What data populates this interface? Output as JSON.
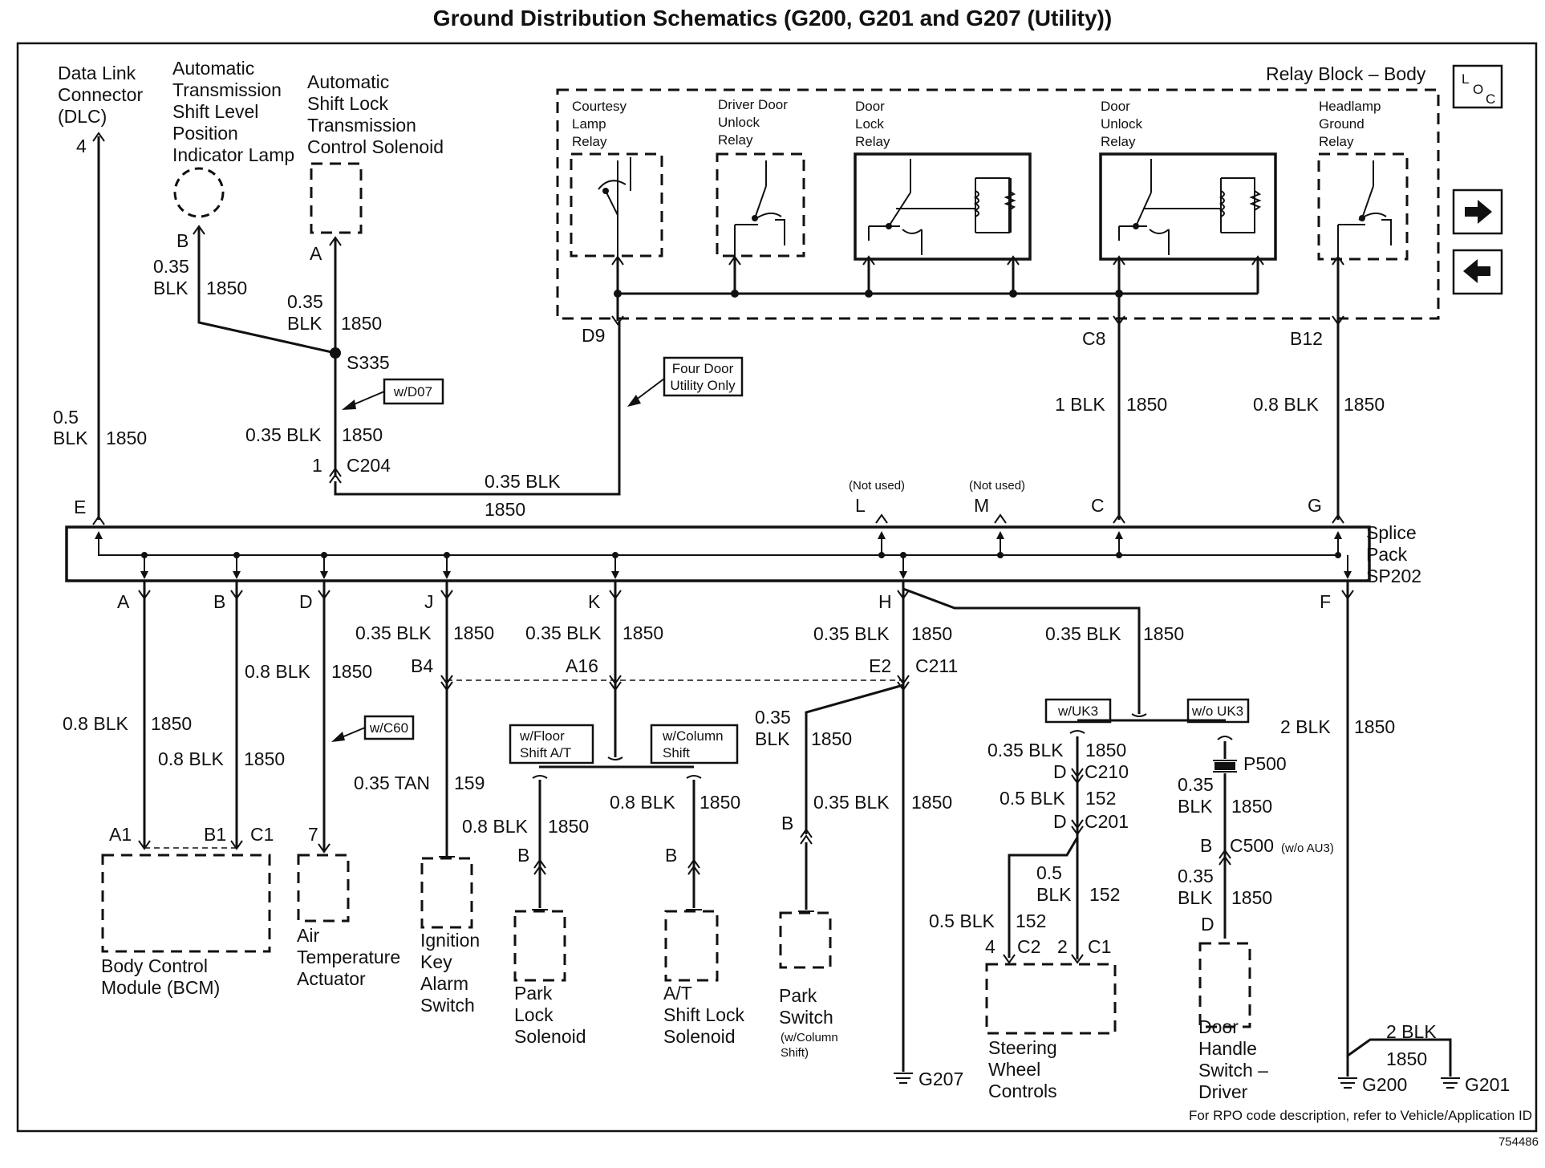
{
  "title": "Ground Distribution Schematics (G200, G201 and G207 (Utility))",
  "footer": {
    "rpo_note": "For RPO code description, refer to Vehicle/Application ID",
    "figure_id": "754486"
  },
  "nav": {
    "loc_L": "L",
    "loc_O": "O",
    "loc_C": "C"
  },
  "components": {
    "dlc": [
      "Data Link",
      "Connector",
      "(DLC)"
    ],
    "lamp": [
      "Automatic",
      "Transmission",
      "Shift Level",
      "Position",
      "Indicator Lamp"
    ],
    "solenoid": [
      "Automatic",
      "Shift Lock",
      "Transmission",
      "Control Solenoid"
    ],
    "relay_block": "Relay Block – Body",
    "courtesy_relay": [
      "Courtesy",
      "Lamp",
      "Relay"
    ],
    "driver_unlock_relay": [
      "Driver Door",
      "Unlock",
      "Relay"
    ],
    "door_lock_relay": [
      "Door",
      "Lock",
      "Relay"
    ],
    "door_unlock_relay": [
      "Door",
      "Unlock",
      "Relay"
    ],
    "headlamp_relay": [
      "Headlamp",
      "Ground",
      "Relay"
    ],
    "splice_pack": [
      "Splice",
      "Pack",
      "SP202"
    ],
    "bcm": [
      "Body Control",
      "Module (BCM)"
    ],
    "air_temp": [
      "Air",
      "Temperature",
      "Actuator"
    ],
    "ignition_key": [
      "Ignition",
      "Key",
      "Alarm",
      "Switch"
    ],
    "park_lock": [
      "Park",
      "Lock",
      "Solenoid"
    ],
    "shift_lock": [
      "A/T",
      "Shift Lock",
      "Solenoid"
    ],
    "park_switch": [
      "Park",
      "Switch"
    ],
    "park_switch_note": [
      "(w/Column",
      "Shift)"
    ],
    "steering": [
      "Steering",
      "Wheel",
      "Controls"
    ],
    "door_handle": [
      "Door",
      "Handle",
      "Switch –",
      "Driver"
    ]
  },
  "options": {
    "d07": "w/D07",
    "four_door": [
      "Four Door",
      "Utility Only"
    ],
    "c60": "w/C60",
    "floor_shift": [
      "w/Floor",
      "Shift A/T"
    ],
    "column_shift": [
      "w/Column",
      "Shift"
    ],
    "uk3": "w/UK3",
    "wo_uk3": "w/o UK3",
    "wo_au3": "(w/o AU3)",
    "not_used": "(Not used)"
  },
  "pins": {
    "dlc_4": "4",
    "lamp_B": "B",
    "sol_A": "A",
    "D9": "D9",
    "C8": "C8",
    "B12": "B12",
    "S335": "S335",
    "c204_1": "1",
    "C204": "C204",
    "E": "E",
    "L": "L",
    "M": "M",
    "C": "C",
    "G": "G",
    "A": "A",
    "B": "B",
    "D": "D",
    "J": "J",
    "K": "K",
    "H": "H",
    "F": "F",
    "B4": "B4",
    "A16": "A16",
    "E2": "E2",
    "C211": "C211",
    "A1": "A1",
    "B1": "B1",
    "C1": "C1",
    "pin7": "7",
    "plock_B": "B",
    "slock_B": "B",
    "pswitch_B": "B",
    "c210_D": "D",
    "C210": "C210",
    "c201_D": "D",
    "C201": "C201",
    "sw_4": "4",
    "C2": "C2",
    "sw_2": "2",
    "sw_C1": "C1",
    "P500": "P500",
    "c500_B": "B",
    "C500": "C500",
    "dh_D": "D"
  },
  "grounds": {
    "G207": "G207",
    "G200": "G200",
    "G201": "G201"
  },
  "wires": {
    "lamp_size": [
      "0.35",
      "BLK"
    ],
    "lamp_circ": "1850",
    "sol_size": [
      "0.35",
      "BLK"
    ],
    "sol_circ": "1850",
    "dlc_size": [
      "0.5",
      "BLK"
    ],
    "dlc_circ": "1850",
    "s335_size": "0.35 BLK",
    "s335_circ": "1850",
    "d9_size": "0.35 BLK",
    "d9_circ": "1850",
    "c8_size": "1 BLK",
    "c8_circ": "1850",
    "b12_size": "0.8 BLK",
    "b12_circ": "1850",
    "a_size": "0.8 BLK",
    "a_circ": "1850",
    "b_size": "0.8 BLK",
    "b_circ": "1850",
    "d_size": "0.8 BLK",
    "d_circ": "1850",
    "j_size": "0.35 BLK",
    "j_circ": "1850",
    "tan_size": "0.35 TAN",
    "tan_circ": "159",
    "k_size": "0.35 BLK",
    "k_circ": "1850",
    "plock_size": "0.8 BLK",
    "plock_circ": "1850",
    "slock_size": "0.8 BLK",
    "slock_circ": "1850",
    "h_size": "0.35 BLK",
    "h_circ": "1850",
    "pswitch_size": [
      "0.35",
      "BLK"
    ],
    "pswitch_circ": "1850",
    "g207_size": "0.35 BLK",
    "g207_circ": "1850",
    "hr_size": "0.35 BLK",
    "hr_circ": "1850",
    "uk3_size": "0.35 BLK",
    "uk3_circ": "1850",
    "c201_size": "0.5 BLK",
    "c201_circ": "152",
    "c201b_size": [
      "0.5",
      "BLK"
    ],
    "c201b_circ": "152",
    "sw_size": "0.5 BLK",
    "sw_circ": "152",
    "p500_size": [
      "0.35",
      "BLK"
    ],
    "p500_circ": "1850",
    "c500_size": [
      "0.35",
      "BLK"
    ],
    "c500_circ": "1850",
    "f_size": "2 BLK",
    "f_circ": "1850",
    "g201_size": "2 BLK",
    "g201_circ": "1850"
  }
}
